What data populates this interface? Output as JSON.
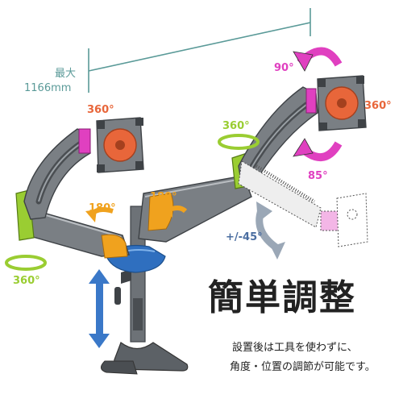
{
  "measure": {
    "line1": "最大",
    "line2": "1166mm"
  },
  "labels": {
    "left_head_rotation": "360°",
    "right_head_rotation": "360°",
    "top_tilt": "90°",
    "bottom_tilt": "85°",
    "arm_swivel": "360°",
    "left_elbow": "180°",
    "center_elbow": "180°",
    "base_swivel": "360°",
    "side_tilt": "+/-45°"
  },
  "headline": "簡単調整",
  "description": {
    "line1": "設置後は工具を使わずに、",
    "line2": "角度・位置の調節が可能です。"
  },
  "colors": {
    "measure_line": "#5a9a98",
    "arm_gray": "#7a7f84",
    "arm_dark": "#55595d",
    "green_accent": "#9acd32",
    "orange_accent": "#f0a21e",
    "pink_accent": "#e040c0",
    "vesa_orange": "#e8663a",
    "blue_clamp": "#2f6fbf",
    "blue_arrow": "#3a78c8",
    "text": "#222222"
  }
}
